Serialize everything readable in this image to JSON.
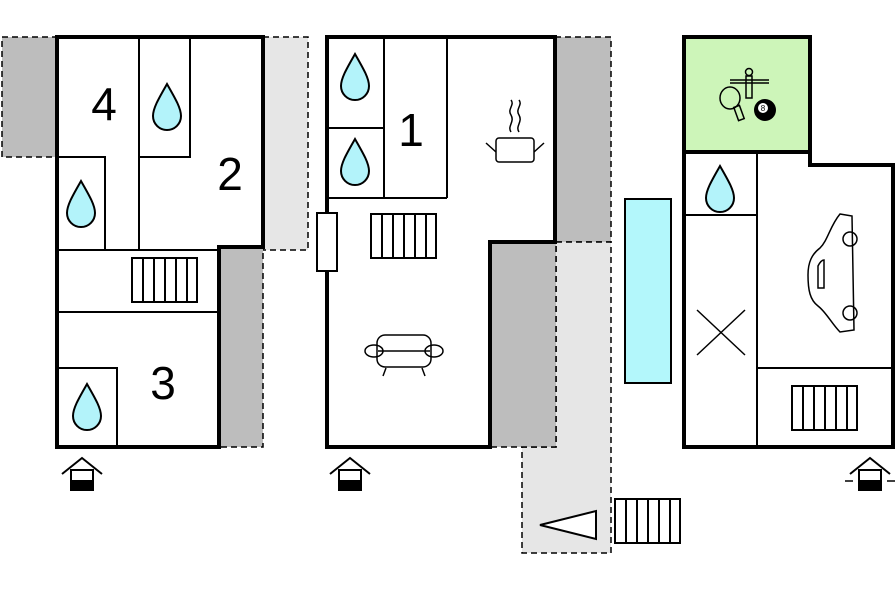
{
  "rooms": {
    "r1": "1",
    "r2": "2",
    "r3": "3",
    "r4": "4"
  },
  "billiard_ball": "8",
  "colors": {
    "water": "#b3f3fa",
    "pool": "#b3f7fb",
    "game_room": "#cdf5b9",
    "terrace_dark": "#bdbdbd",
    "terrace_light": "#e6e6e6"
  }
}
